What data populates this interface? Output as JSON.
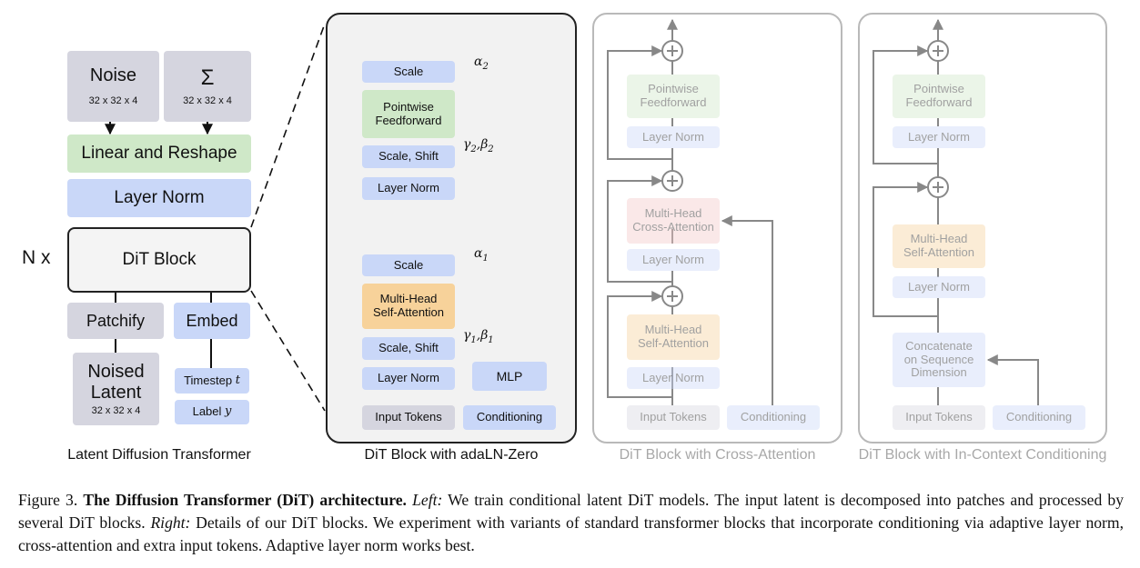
{
  "left": {
    "noise": {
      "label": "Noise",
      "sub": "32 x 32 x 4"
    },
    "sigma": {
      "label": "Σ",
      "sub": "32 x 32 x 4"
    },
    "linear_reshape": "Linear and Reshape",
    "layer_norm": "Layer Norm",
    "nx": "N x",
    "dit_block": "DiT Block",
    "patchify": "Patchify",
    "embed": "Embed",
    "noised_latent": {
      "line1": "Noised",
      "line2": "Latent",
      "sub": "32 x 32 x 4"
    },
    "timestep": "Timestep",
    "timestep_var": "t",
    "label": "Label",
    "label_var": "y",
    "caption": "Latent Diffusion Transformer"
  },
  "adaln": {
    "scale_top": "Scale",
    "pointwise": "Pointwise\nFeedforward",
    "scale_shift_top": "Scale, Shift",
    "layer_norm_top": "Layer Norm",
    "scale_mid": "Scale",
    "mhsa": "Multi-Head\nSelf-Attention",
    "scale_shift_bottom": "Scale, Shift",
    "layer_norm_bottom": "Layer Norm",
    "mlp": "MLP",
    "input_tokens": "Input Tokens",
    "conditioning": "Conditioning",
    "alpha2": "α",
    "alpha2_sub": "2",
    "gamma2_beta2": "γ",
    "gb2_sub1": "2",
    "gb2_mid": ",β",
    "gb2_sub2": "2",
    "alpha1": "α",
    "alpha1_sub": "1",
    "gb1": "γ",
    "gb1_sub1": "1",
    "gb1_mid": ",β",
    "gb1_sub2": "1",
    "caption": "DiT Block with adaLN-Zero"
  },
  "cross": {
    "pointwise": "Pointwise\nFeedforward",
    "layer_norm_1": "Layer Norm",
    "mhca": "Multi-Head\nCross-Attention",
    "layer_norm_2": "Layer Norm",
    "mhsa": "Multi-Head\nSelf-Attention",
    "layer_norm_3": "Layer Norm",
    "input_tokens": "Input Tokens",
    "conditioning": "Conditioning",
    "caption": "DiT Block with Cross-Attention"
  },
  "incontext": {
    "pointwise": "Pointwise\nFeedforward",
    "layer_norm_1": "Layer Norm",
    "mhsa": "Multi-Head\nSelf-Attention",
    "layer_norm_2": "Layer Norm",
    "concat": "Concatenate\non Sequence\nDimension",
    "input_tokens": "Input Tokens",
    "conditioning": "Conditioning",
    "caption": "DiT Block with In-Context Conditioning"
  },
  "figure_caption": {
    "prefix": "Figure 3. ",
    "title": "The Diffusion Transformer (DiT) architecture.",
    "left_tag": "Left:",
    "left_text": " We train conditional latent DiT models. The input latent is decomposed into patches and processed by several DiT blocks. ",
    "right_tag": "Right:",
    "right_text": " Details of our DiT blocks. We experiment with variants of standard transformer blocks that incorporate conditioning via adaptive layer norm, cross-attention and extra input tokens. Adaptive layer norm works best."
  },
  "colors": {
    "blue": "#c9d7f8",
    "gray": "#d5d5df",
    "green": "#cfe8c8",
    "orange": "#f7d29a",
    "red": "#f5c8c8",
    "panel_bg": "#f2f2f2"
  }
}
